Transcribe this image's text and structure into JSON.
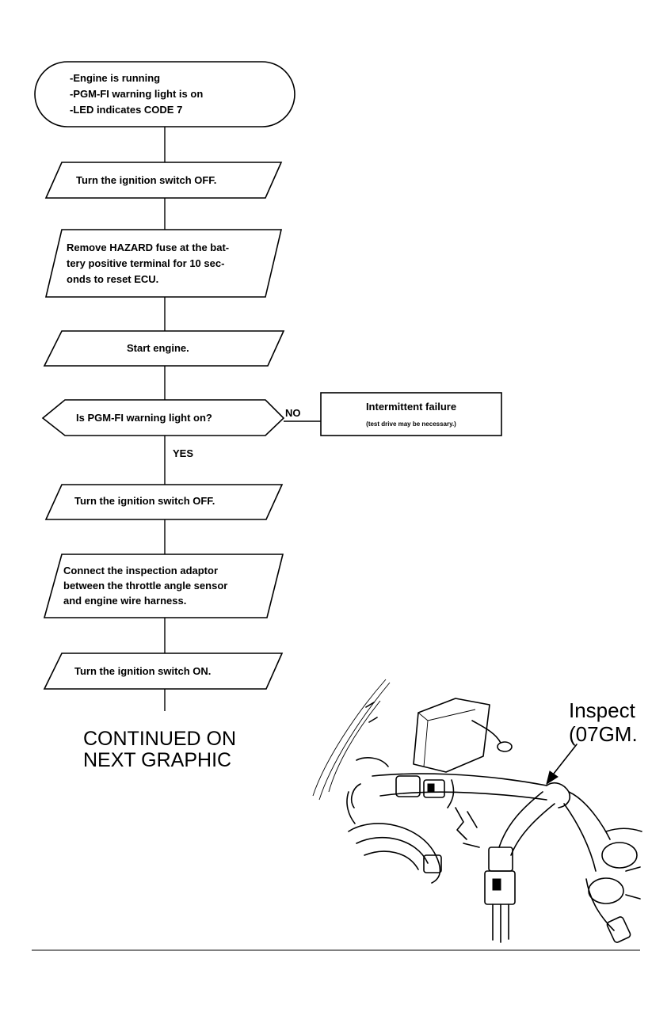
{
  "flowchart": {
    "start": {
      "lines": [
        "-Engine is running",
        "-PGM-FI warning light is on",
        "-LED indicates CODE 7"
      ]
    },
    "steps": [
      {
        "lines": [
          "Turn the ignition switch OFF."
        ]
      },
      {
        "lines": [
          "Remove HAZARD fuse at the bat-",
          "tery positive terminal for 10 sec-",
          "onds to reset ECU."
        ]
      },
      {
        "lines": [
          "Start engine."
        ]
      }
    ],
    "decision": {
      "question": "Is PGM-FI warning light on?",
      "no_label": "NO",
      "yes_label": "YES",
      "no_result": {
        "title": "Intermittent failure",
        "note": "(test drive may be necessary.)"
      }
    },
    "steps_after": [
      {
        "lines": [
          "Turn the ignition switch OFF."
        ]
      },
      {
        "lines": [
          "Connect the inspection adaptor",
          "between the throttle angle sensor",
          "and engine wire harness."
        ]
      },
      {
        "lines": [
          "Turn the ignition switch ON."
        ]
      }
    ],
    "continued": [
      "CONTINUED ON",
      "NEXT GRAPHIC"
    ]
  },
  "illustration": {
    "callout_lines": [
      "Inspect",
      "(07GM."
    ]
  }
}
